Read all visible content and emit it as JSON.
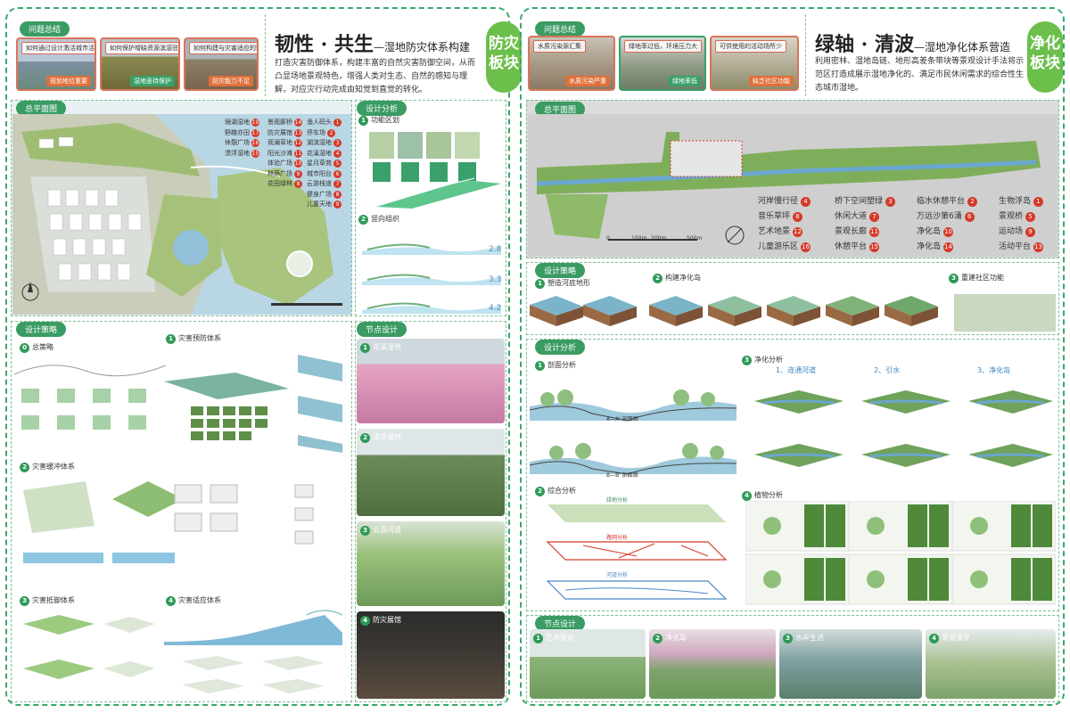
{
  "left": {
    "problems_tag": "问题总结",
    "problems": [
      {
        "top": "如何通过设计激活城市活力",
        "bottom": "规划地位重要"
      },
      {
        "top": "如何保护增缺资源滨湿驻地",
        "bottom": "湿地亟待保护"
      },
      {
        "top": "如何构建与灾害适应的驳岸",
        "bottom": "防灾能力不足"
      }
    ],
    "title_main": "韧性 · 共生",
    "title_sub": "—湿地防灾体系构建",
    "badge": "防灾板块",
    "description": "打造灾害防御体系，构建丰富的自然灾害防御空间，从而凸显场地景观特色，增强人类对生态、自然的感知与理解，对应灾行动完成由知觉到直觉的转化。",
    "plan_tag": "总平面图",
    "legend_left": [
      {
        "name": "镜湖湿地",
        "no": "19"
      },
      {
        "name": "野趣亦田",
        "no": "17"
      },
      {
        "name": "休憩广场",
        "no": "16"
      },
      {
        "name": "漂浮湿地",
        "no": "15"
      },
      {
        "name": "景观廊桥",
        "no": "14"
      },
      {
        "name": "防灾展馆",
        "no": "13"
      },
      {
        "name": "观澜草地",
        "no": "12"
      },
      {
        "name": "阳光沙滩",
        "no": "11"
      },
      {
        "name": "体验广场",
        "no": "10"
      },
      {
        "name": "林荫广场",
        "no": "9"
      },
      {
        "name": "花田绿林",
        "no": "8"
      }
    ],
    "legend_right": [
      {
        "name": "渔人码头",
        "no": "1"
      },
      {
        "name": "停车场",
        "no": "2"
      },
      {
        "name": "湖滨湿地",
        "no": "3"
      },
      {
        "name": "花溪湿地",
        "no": "4"
      },
      {
        "name": "星月草苑",
        "no": "5"
      },
      {
        "name": "城市阳台",
        "no": "6"
      },
      {
        "name": "云游栈道",
        "no": "7"
      },
      {
        "name": "健身广场",
        "no": "8"
      },
      {
        "name": "儿童天地",
        "no": "9"
      }
    ],
    "analysis_tag": "设计分析",
    "analysis_items": [
      "功能区划",
      "竖向组织"
    ],
    "analysis_values": [
      "2.8",
      "3.3",
      "4.2"
    ],
    "strategy_tag": "设计策略",
    "strategy_items": [
      "总策略",
      "灾害预防体系",
      "灾害缓冲体系",
      "灾害抵御体系",
      "灾害适应体系"
    ],
    "node_tag": "节点设计",
    "nodes": [
      "花溪湿地",
      "漂浮湿地",
      "云游河道",
      "防灾展馆"
    ]
  },
  "right": {
    "problems_tag": "问题总结",
    "problems": [
      {
        "top": "水质污染源汇集",
        "bottom": "水质污染严重"
      },
      {
        "top": "绿地率过低，环境压力大",
        "bottom": "绿地率低"
      },
      {
        "top": "可供使用的活动场所少",
        "bottom": "缺乏社区功能"
      }
    ],
    "title_main": "绿轴 · 清波",
    "title_sub": "—湿地净化体系营造",
    "badge": "净化板块",
    "description": "利用密林、湿地岛链、地形高差条带块等景观设计手法将示范区打造成展示湿地净化的、满足市民休闲需求的综合性生态城市湿地。",
    "plan_tag": "总平面图",
    "legend": [
      [
        {
          "name": "河岸慢行径",
          "no": "4"
        },
        {
          "name": "桥下空间塑绿",
          "no": "3"
        },
        {
          "name": "临水休憩平台",
          "no": "2"
        },
        {
          "name": "生物浮岛",
          "no": "1"
        }
      ],
      [
        {
          "name": "音乐草坪",
          "no": "8"
        },
        {
          "name": "休闲大道",
          "no": "7"
        },
        {
          "name": "万远沙第6涌",
          "no": "6"
        },
        {
          "name": "景观桥",
          "no": "5"
        }
      ],
      [
        {
          "name": "艺术地景",
          "no": "12"
        },
        {
          "name": "景观长廊",
          "no": "11"
        },
        {
          "name": "净化岛",
          "no": "10"
        },
        {
          "name": "运动场",
          "no": "9"
        }
      ],
      [
        {
          "name": "儿童游乐区",
          "no": "16"
        },
        {
          "name": "休憩平台",
          "no": "15"
        },
        {
          "name": "净化岛",
          "no": "14"
        },
        {
          "name": "活动平台",
          "no": "13"
        }
      ]
    ],
    "scale_labels": [
      "0",
      "100m",
      "200m",
      "500m"
    ],
    "strategy_tag": "设计策略",
    "strategy_items": [
      "塑造河底地形",
      "构建净化岛",
      "重建社区功能"
    ],
    "analysis_tag": "设计分析",
    "analysis_items": [
      "剖面分析",
      "综合分析",
      "净化分析",
      "植物分析"
    ],
    "purify_steps": [
      "1、连通河道",
      "2、引水",
      "3、净化岛"
    ],
    "section_labels": [
      "A—A' 剖面图",
      "B—B' 剖面图"
    ],
    "comp_labels": [
      "绿地分析",
      "路网分析",
      "河道分析"
    ],
    "node_tag": "节点设计",
    "nodes": [
      "艺术景观",
      "净化岛",
      "水岸生活",
      "景观漫步"
    ]
  }
}
